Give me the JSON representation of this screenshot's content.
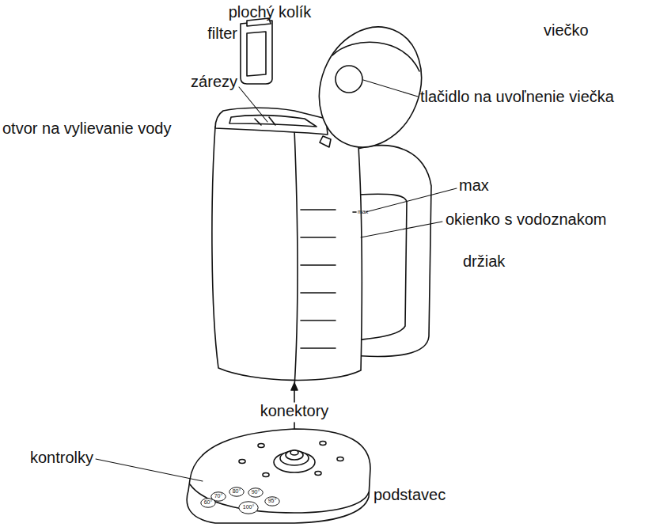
{
  "diagram": {
    "nodes": [
      {
        "text": [
          "70°"
        ]
      },
      {
        "text": [
          "80°"
        ]
      },
      {
        "text": [
          "90°"
        ]
      },
      {
        "text": [
          "60°"
        ]
      },
      {
        "text": [
          "100°"
        ]
      },
      {
        "text": [
          "95°"
        ]
      }
    ],
    "labels": [
      "plochý kolík",
      "filter",
      "viečko",
      "zárezy",
      "tlačidlo na uvoľnenie viečka",
      "otvor na vylievanie vody",
      "max",
      "max",
      "okienko s vodoznakom",
      "držiak",
      "konektory",
      "kontrolky",
      "podstavec"
    ]
  }
}
